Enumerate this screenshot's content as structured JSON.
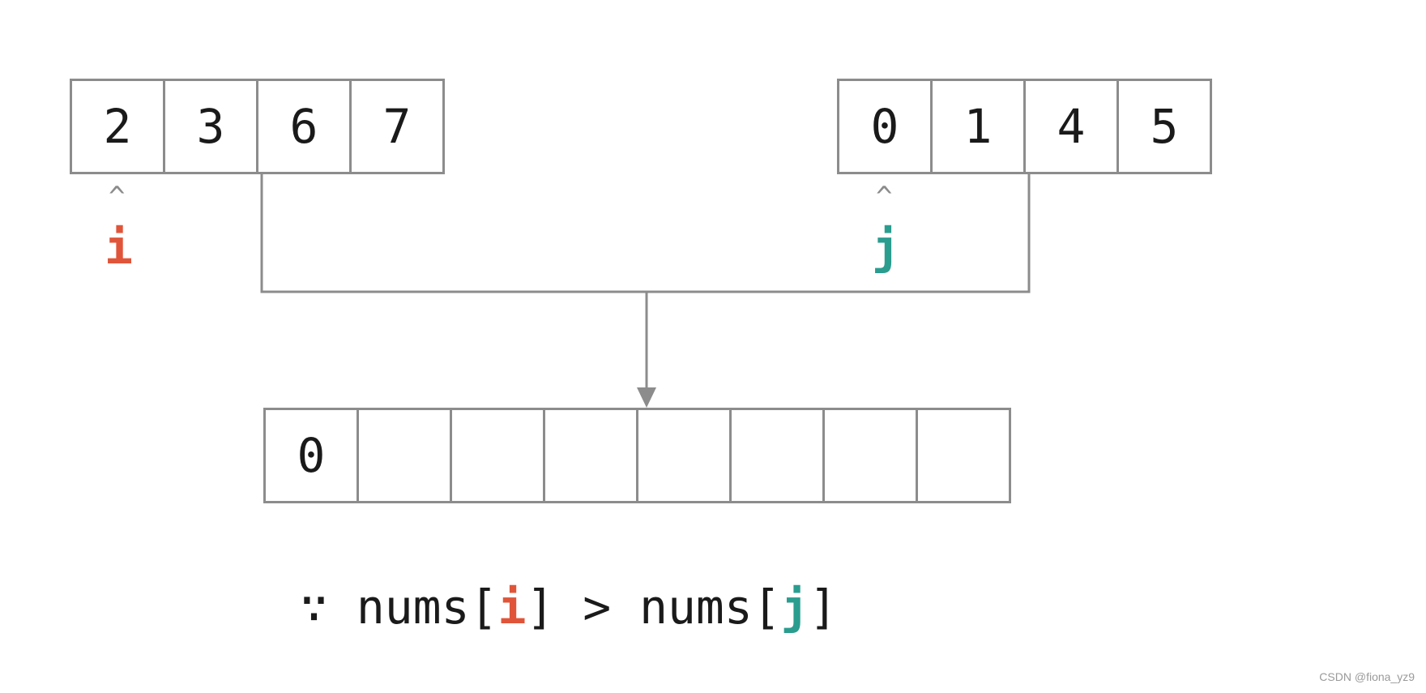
{
  "left_array": {
    "values": [
      "2",
      "3",
      "6",
      "7"
    ]
  },
  "right_array": {
    "values": [
      "0",
      "1",
      "4",
      "5"
    ]
  },
  "result_array": {
    "values": [
      "0",
      "",
      "",
      "",
      "",
      "",
      "",
      ""
    ]
  },
  "pointers": {
    "caret": "^",
    "i_label": "i",
    "j_label": "j"
  },
  "condition": {
    "because": "∵ ",
    "lhs_prefix": "nums[",
    "lhs_var": "i",
    "lhs_suffix": "]",
    "operator": " > ",
    "rhs_prefix": "nums[",
    "rhs_var": "j",
    "rhs_suffix": "]"
  },
  "colors": {
    "i": "#e0553a",
    "j": "#2a9d8f",
    "stroke": "#8c8c8c"
  },
  "watermark": "CSDN @fiona_yz9"
}
